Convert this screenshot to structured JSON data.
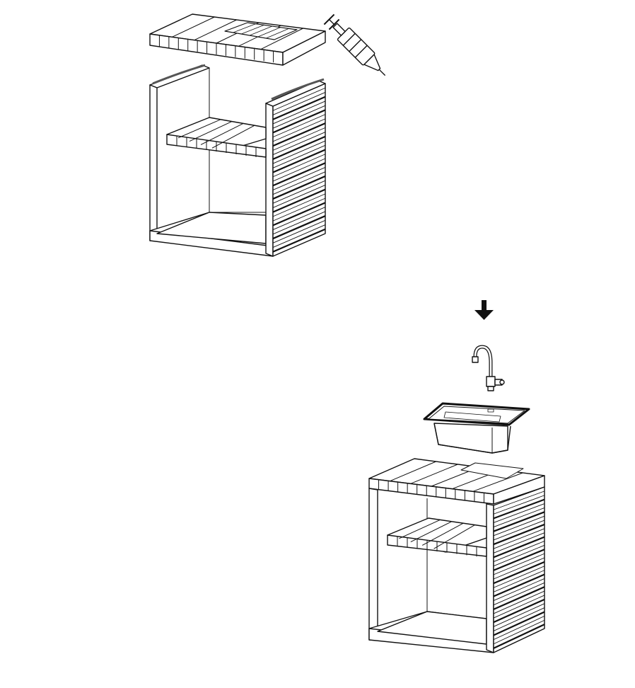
{
  "figure": {
    "background": "#ffffff",
    "ink": "#111111",
    "steps": [
      {
        "parts": [
          "cabinet-frame",
          "countertop",
          "shelf",
          "adhesive-syringe"
        ]
      },
      {
        "parts": [
          "down-arrow",
          "faucet",
          "sink-basin",
          "assembled-cabinet"
        ]
      }
    ],
    "icons": {
      "arrow": "down-arrow-icon",
      "syringe": "adhesive-syringe-icon",
      "faucet": "faucet-icon",
      "sink": "sink-basin-icon"
    }
  }
}
